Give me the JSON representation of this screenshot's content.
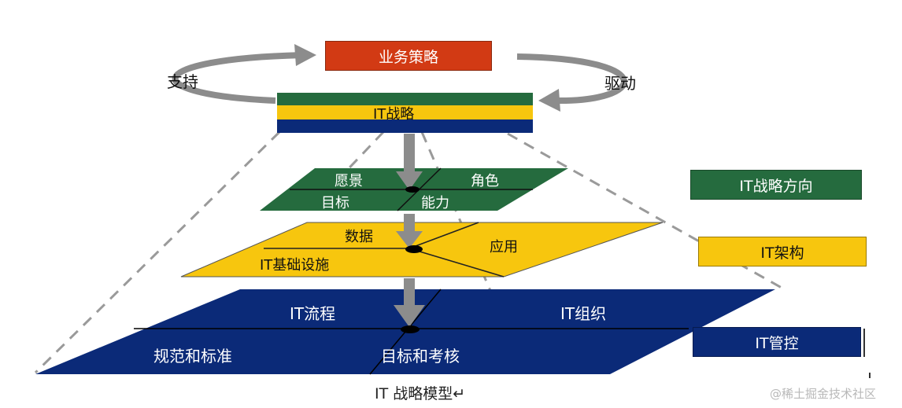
{
  "top": {
    "business_strategy": "业务策略",
    "support": "支持",
    "drive": "驱动",
    "it_strategy": "IT战略"
  },
  "layers": {
    "direction": {
      "vision": "愿景",
      "role": "角色",
      "goal": "目标",
      "capability": "能力"
    },
    "architecture": {
      "data": "数据",
      "application": "应用",
      "infrastructure": "IT基础设施"
    },
    "governance": {
      "process": "IT流程",
      "organization": "IT组织",
      "standards": "规范和标准",
      "assessment": "目标和考核"
    }
  },
  "legend": {
    "direction": "IT战略方向",
    "architecture": "IT架构",
    "governance": "IT管控"
  },
  "caption": "IT 战略模型↵",
  "watermark": "@稀土掘金技术社区",
  "colors": {
    "red": "#d23a14",
    "green": "#256b3e",
    "yellow": "#f7c60e",
    "navy": "#0b2a78",
    "gray": "#8c8c8c"
  }
}
